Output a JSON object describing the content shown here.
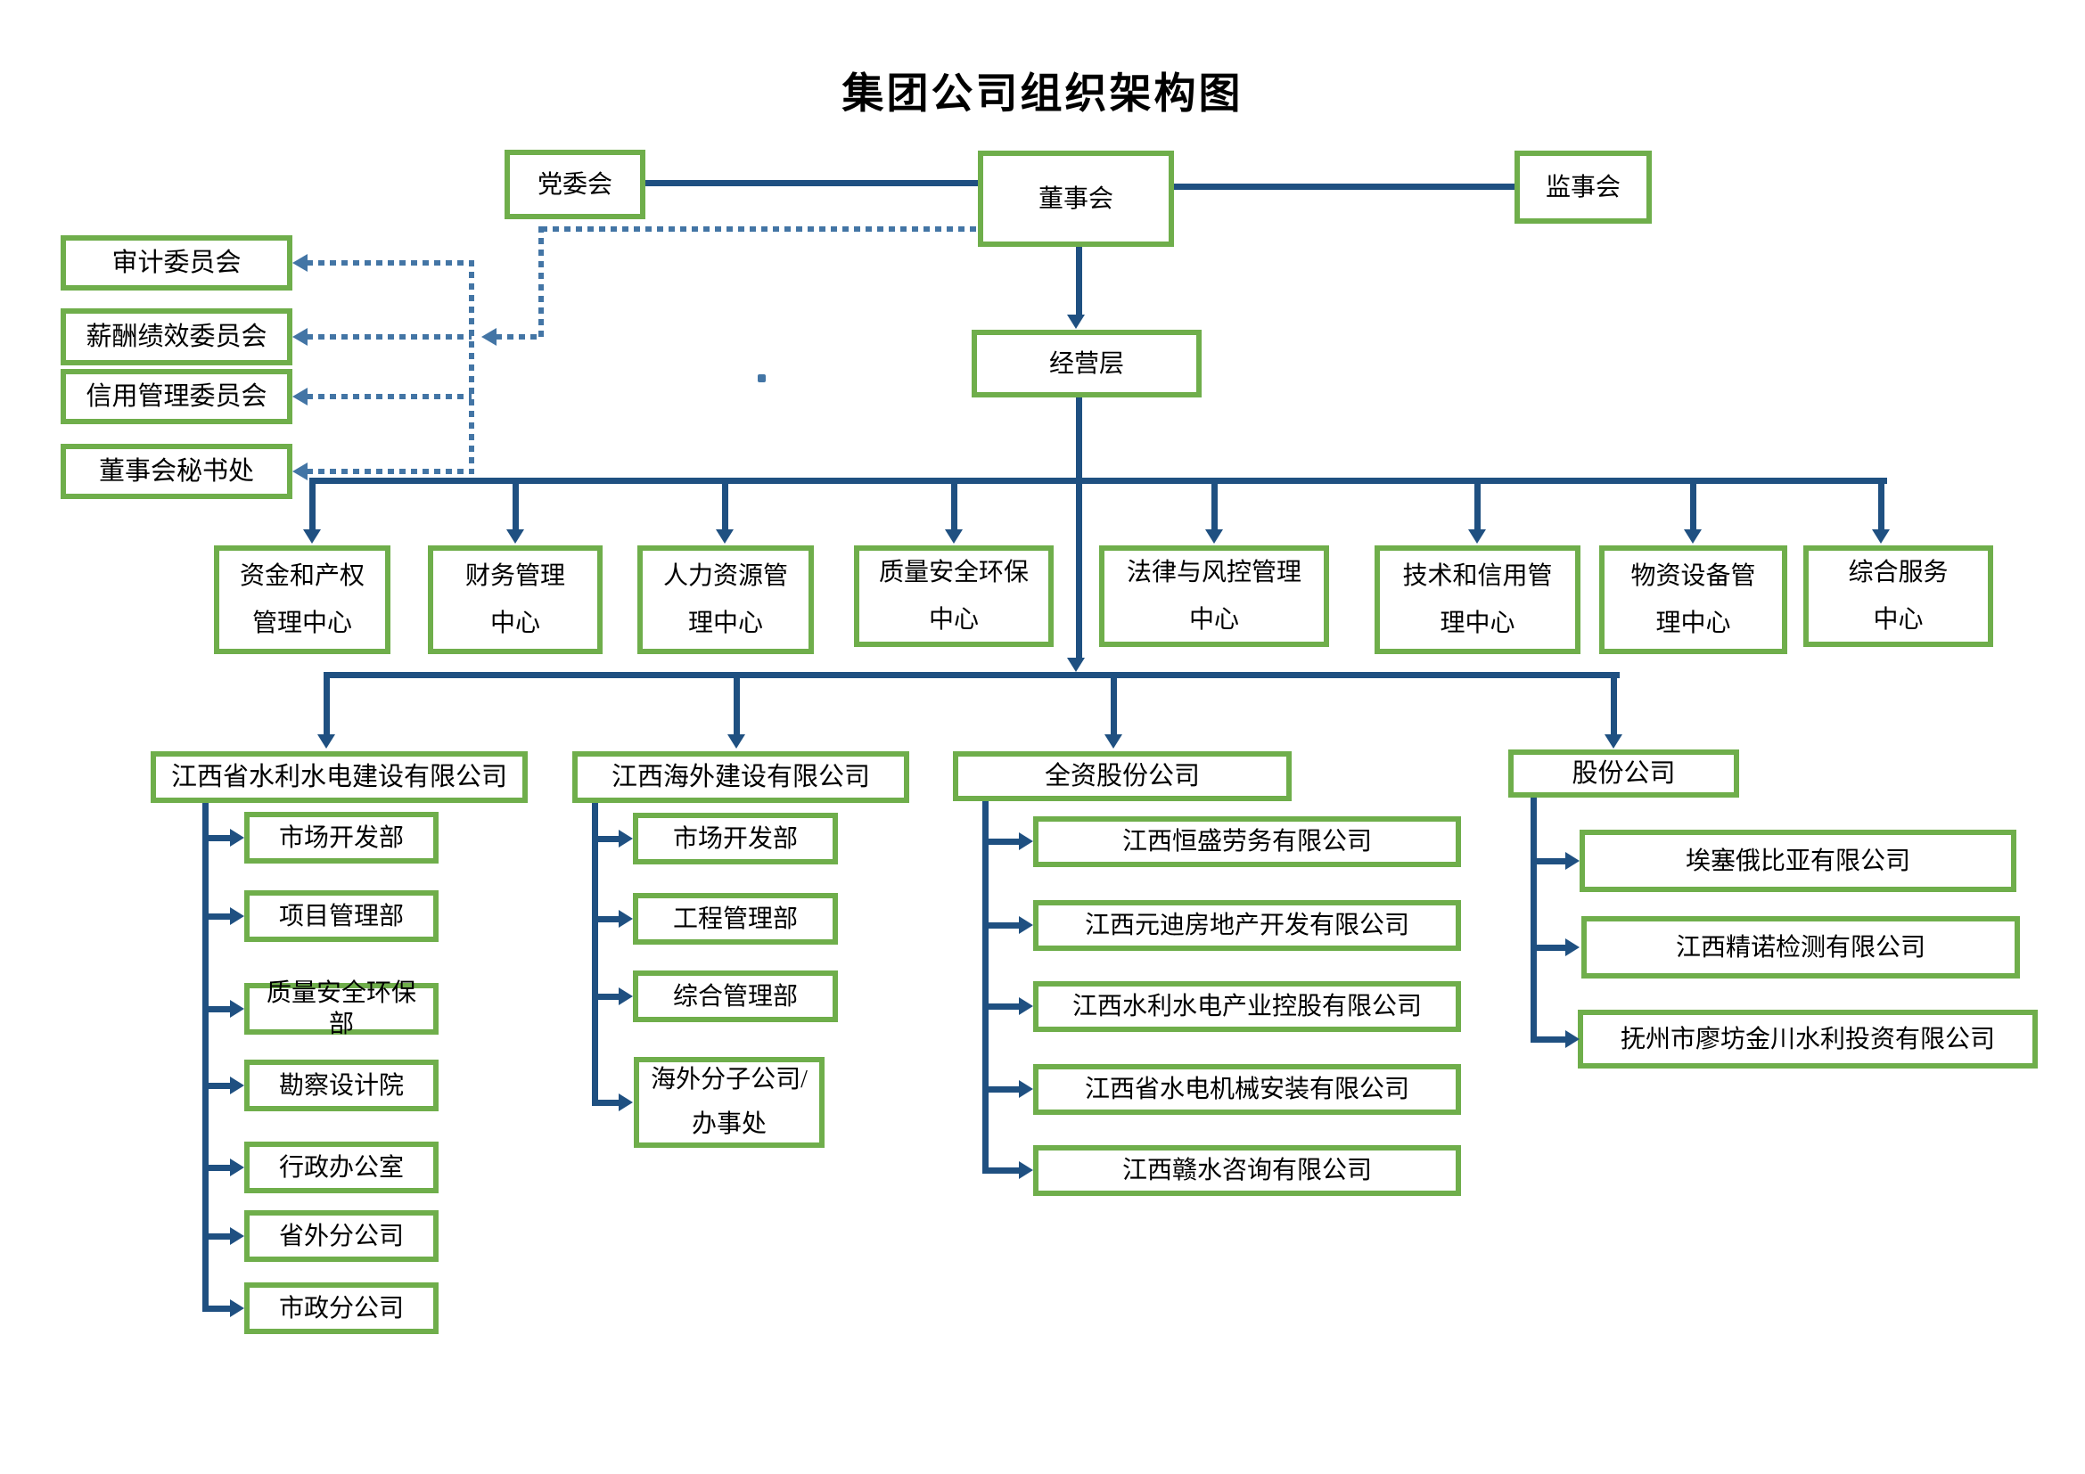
{
  "title": "集团公司组织架构图",
  "colors": {
    "box_border": "#6fae4b",
    "solid_line": "#1f5081",
    "dotted_line": "#4375a5"
  },
  "top_row": {
    "party": "党委会",
    "board": "董事会",
    "supervisory": "监事会"
  },
  "committees": [
    {
      "label": "审计委员会"
    },
    {
      "label": "薪酬绩效委员会"
    },
    {
      "label": "信用管理委员会"
    },
    {
      "label": "董事会秘书处"
    }
  ],
  "management": {
    "label": "经营层"
  },
  "centers": [
    {
      "line1": "资金和产权",
      "line2": "管理中心"
    },
    {
      "line1": "财务管理",
      "line2": "中心"
    },
    {
      "line1": "人力资源管",
      "line2": "理中心"
    },
    {
      "line1": "质量安全环保",
      "line2": "中心"
    },
    {
      "line1": "法律与风控管理",
      "line2": "中心"
    },
    {
      "line1": "技术和信用管",
      "line2": "理中心"
    },
    {
      "line1": "物资设备管",
      "line2": "理中心"
    },
    {
      "line1": "综合服务",
      "line2": "中心"
    }
  ],
  "companies": [
    {
      "name": "江西省水利水电建设有限公司",
      "children": [
        "市场开发部",
        "项目管理部",
        "质量安全环保部",
        "勘察设计院",
        "行政办公室",
        "省外分公司",
        "市政分公司"
      ]
    },
    {
      "name": "江西海外建设有限公司",
      "children": [
        "市场开发部",
        "工程管理部",
        "综合管理部",
        "海外分子公司/办事处"
      ]
    },
    {
      "name": "全资股份公司",
      "children": [
        "江西恒盛劳务有限公司",
        "江西元迪房地产开发有限公司",
        "江西水利水电产业控股有限公司",
        "江西省水电机械安装有限公司",
        "江西赣水咨询有限公司"
      ]
    },
    {
      "name": "股份公司",
      "children": [
        "埃塞俄比亚有限公司",
        "江西精诺检测有限公司",
        "抚州市廖坊金川水利投资有限公司"
      ]
    }
  ]
}
